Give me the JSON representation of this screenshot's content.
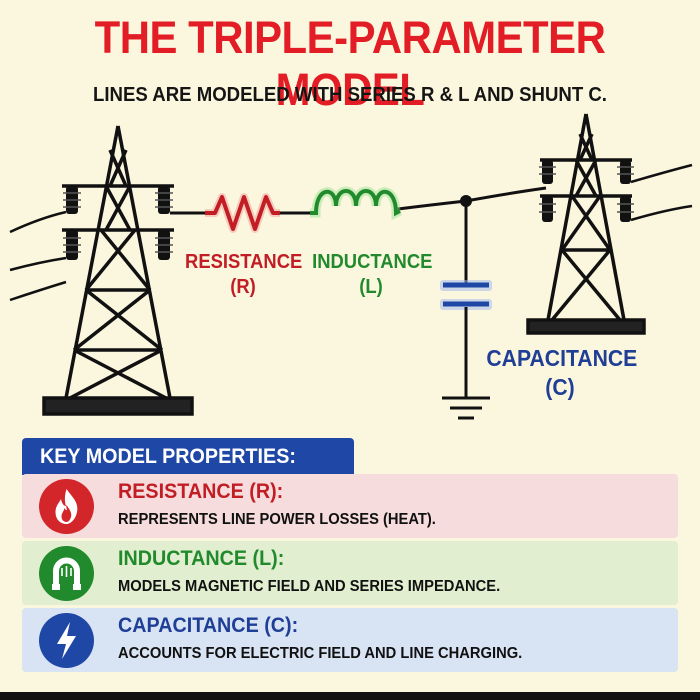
{
  "title": "THE TRIPLE-PARAMETER MODEL",
  "subtitle": "LINES ARE MODELED WITH SERIES R & L AND SHUNT C.",
  "diagram": {
    "resistance": {
      "name": "RESISTANCE",
      "symbol": "(R)",
      "color": "#c21d25"
    },
    "inductance": {
      "name": "INDUCTANCE",
      "symbol": "(L)",
      "color": "#218a2c"
    },
    "capacitance": {
      "name": "CAPACITANCE",
      "symbol": "(C)",
      "color": "#1f3e96"
    }
  },
  "properties": {
    "header": "KEY MODEL PROPERTIES:",
    "items": [
      {
        "name": "RESISTANCE (R):",
        "description": "REPRESENTS LINE POWER LOSSES (HEAT).",
        "icon": "fire-icon",
        "color": "#d3262b"
      },
      {
        "name": "INDUCTANCE (L):",
        "description": "MODELS MAGNETIC FIELD AND SERIES IMPEDANCE.",
        "icon": "magnet-icon",
        "color": "#218a2c"
      },
      {
        "name": "CAPACITANCE (C):",
        "description": "ACCOUNTS FOR ELECTRIC FIELD AND LINE CHARGING.",
        "icon": "lightning-bolt-icon",
        "color": "#1f47a6"
      }
    ]
  }
}
